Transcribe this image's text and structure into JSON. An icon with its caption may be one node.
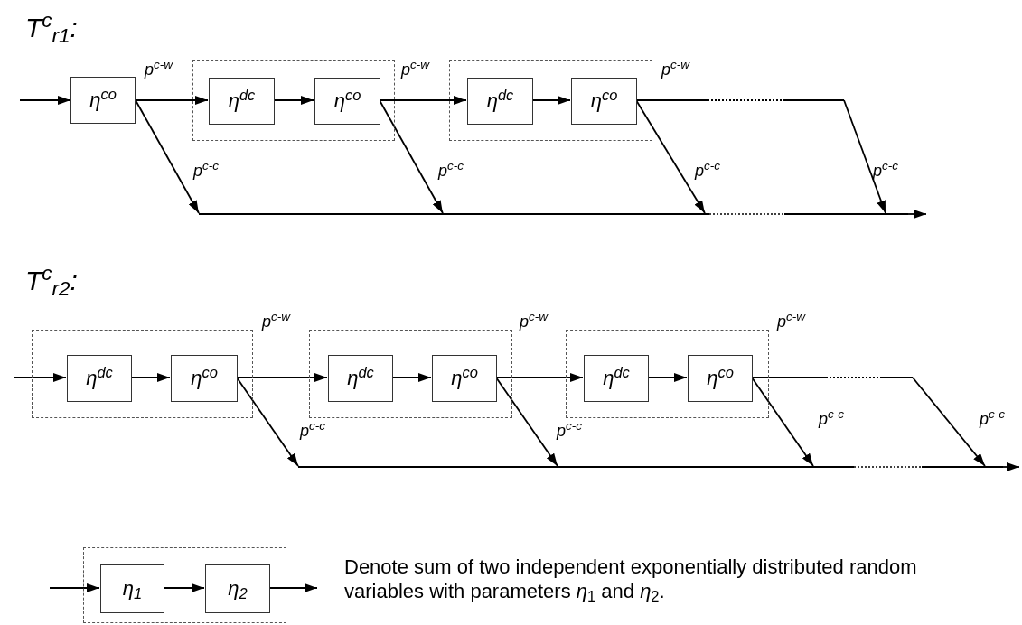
{
  "diagram": {
    "nodes": [
      {
        "text": [
          "η$^{co}$"
        ]
      },
      {
        "text": [],
        "shape": "box"
      },
      {
        "text": [
          "η$^{dc}$"
        ],
        "in": 1
      },
      {
        "text": [
          "η$^{co}$"
        ],
        "in": 1
      },
      {
        "text": [],
        "shape": "box"
      },
      {
        "text": [
          "η$^{dc}$"
        ],
        "in": 4
      },
      {
        "text": [
          "η$^{co}$"
        ],
        "in": 4
      },
      {
        "text": [],
        "shape": "bar"
      },
      {
        "text": [],
        "shape": "box"
      },
      {
        "text": [
          "η$^{dc}$"
        ],
        "in": 8
      },
      {
        "text": [
          "η$^{co}$"
        ],
        "in": 8
      },
      {
        "text": [],
        "shape": "box"
      },
      {
        "text": [
          "η$^{dc}$"
        ],
        "in": 11
      },
      {
        "text": [
          "η$^{co}$"
        ],
        "in": 11
      },
      {
        "text": [],
        "shape": "box"
      },
      {
        "text": [
          "η$^{dc}$"
        ],
        "in": 14
      },
      {
        "text": [
          "η$^{co}$"
        ],
        "in": 14
      },
      {
        "text": [],
        "shape": "bar"
      },
      {
        "text": [],
        "shape": "box"
      },
      {
        "text": [
          "η$_{1}$"
        ],
        "in": 18
      },
      {
        "text": [
          "η$_{2}$"
        ],
        "in": 18
      }
    ],
    "edges": [
      {
        "from": null,
        "to": 0,
        "arrow": "to"
      },
      {
        "from": 0,
        "to": 2,
        "arrow": "to",
        "label": "p$^{c-w}$"
      },
      {
        "from": 2,
        "to": 3,
        "arrow": "to"
      },
      {
        "from": 3,
        "to": 5,
        "arrow": "to",
        "label": "p$^{c-w}$"
      },
      {
        "from": 5,
        "to": 6,
        "arrow": "to"
      },
      {
        "from": 6,
        "to": null,
        "arrow": "none",
        "label": "p$^{c-w}$",
        "style": "dashed"
      },
      {
        "from": 0,
        "to": 7,
        "arrow": "to",
        "label": "p$^{c-c}$"
      },
      {
        "from": 3,
        "to": 7,
        "arrow": "to",
        "label": "p$^{c-c}$"
      },
      {
        "from": 6,
        "to": 7,
        "arrow": "to",
        "label": "p$^{c-c}$"
      },
      {
        "from": null,
        "to": 7,
        "arrow": "to",
        "label": "p$^{c-c}$"
      },
      {
        "from": 7,
        "to": null,
        "arrow": "to"
      },
      {
        "from": null,
        "to": 9,
        "arrow": "to"
      },
      {
        "from": 9,
        "to": 10,
        "arrow": "to"
      },
      {
        "from": 10,
        "to": 12,
        "arrow": "to",
        "label": "p$^{c-w}$"
      },
      {
        "from": 12,
        "to": 13,
        "arrow": "to"
      },
      {
        "from": 13,
        "to": 15,
        "arrow": "to",
        "label": "p$^{c-w}$"
      },
      {
        "from": 15,
        "to": 16,
        "arrow": "to"
      },
      {
        "from": 16,
        "to": null,
        "arrow": "none",
        "label": "p$^{c-w}$",
        "style": "dashed"
      },
      {
        "from": 10,
        "to": 17,
        "arrow": "to",
        "label": "p$^{c-c}$"
      },
      {
        "from": 13,
        "to": 17,
        "arrow": "to",
        "label": "p$^{c-c}$"
      },
      {
        "from": 16,
        "to": 17,
        "arrow": "to",
        "label": "p$^{c-c}$"
      },
      {
        "from": null,
        "to": 17,
        "arrow": "to",
        "label": "p$^{c-c}$"
      },
      {
        "from": 17,
        "to": null,
        "arrow": "to"
      },
      {
        "from": null,
        "to": 19,
        "arrow": "to"
      },
      {
        "from": 19,
        "to": 20,
        "arrow": "to"
      },
      {
        "from": 20,
        "to": null,
        "arrow": "to"
      }
    ],
    "labels": [
      "T$^{c}$$_{r1}$:",
      "T$^{c}$$_{r2}$:",
      "Denote sum of two independent exponentially distributed random variables with parameters *η*$_{1}$ and *η*$_{2}$."
    ]
  }
}
